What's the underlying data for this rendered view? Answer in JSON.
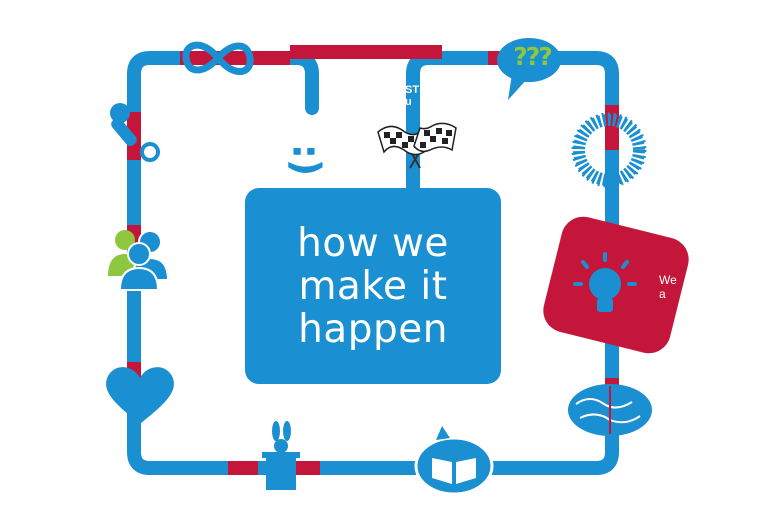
{
  "colors": {
    "track_blue": "#1a8fd1",
    "accent_red": "#c4163a",
    "green": "#8dc63f",
    "white": "#ffffff"
  },
  "title_lines": [
    "how we",
    "make it",
    "happen"
  ],
  "lightbulb_tile_lines": [
    "We",
    "a"
  ],
  "start_text_lines": [
    "ST",
    "u"
  ],
  "question_marks": "???",
  "smiley_text": ":)",
  "icons": [
    "infinity-icon",
    "smiley-icon",
    "checkered-flags-icon",
    "question-speech-bubble-icon",
    "microphone-icon",
    "city-skyline-circle-icon",
    "people-icon",
    "lightbulb-icon",
    "heart-icon",
    "brain-icon",
    "magic-hat-rabbit-icon",
    "open-book-icon"
  ]
}
